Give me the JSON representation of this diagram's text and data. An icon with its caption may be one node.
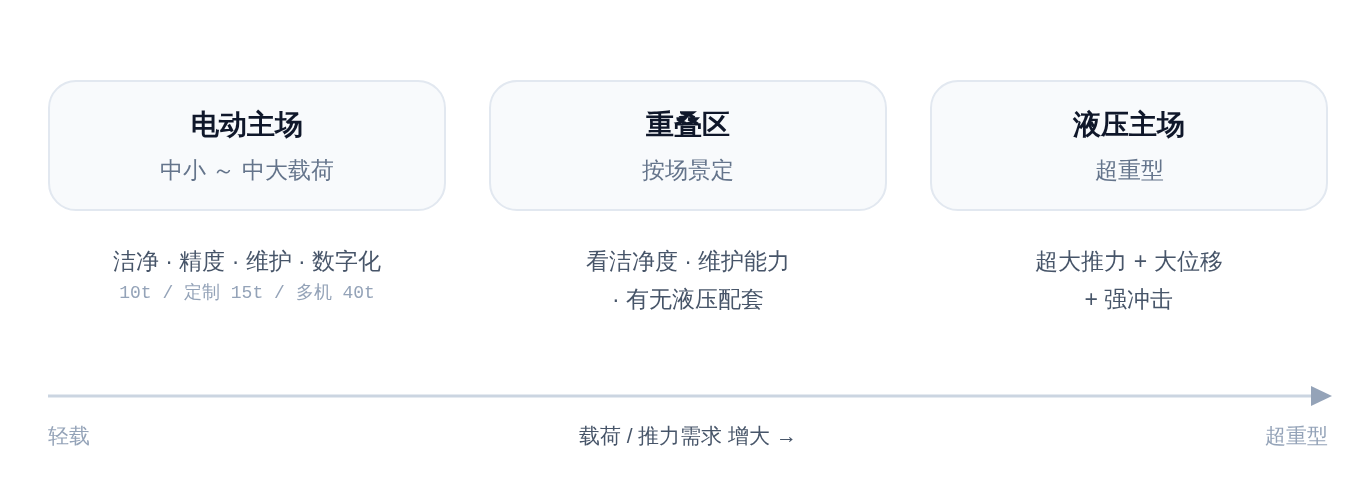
{
  "diagram": {
    "nodes": [
      {
        "text": [
          "电动主场",
          "中小 ～ 中大载荷"
        ],
        "beside": [
          "洁净 · 精度 · 维护 · 数字化",
          "10t / 定制 15t / 多机 40t"
        ]
      },
      {
        "text": [
          "重叠区",
          "按场景定"
        ],
        "beside": [
          "看洁净度 · 维护能力 · 有无液压配套"
        ]
      },
      {
        "text": [
          "液压主场",
          "超重型"
        ],
        "beside": [
          "超大推力 + 大位移 + 强冲击"
        ]
      }
    ],
    "labels": [
      "轻载",
      "载荷 / 推力需求 增大 →",
      "超重型"
    ]
  }
}
